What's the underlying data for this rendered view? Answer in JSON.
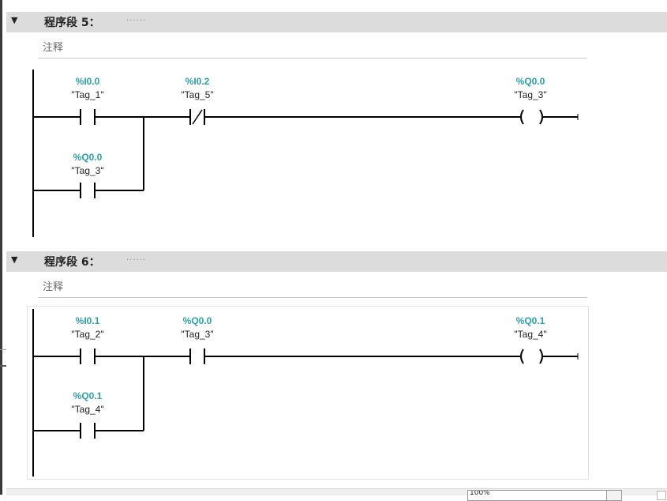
{
  "networks": [
    {
      "header_prefix": "程序段",
      "number": "5",
      "colon": "：",
      "header_suffix": "......",
      "comment": "注释",
      "contacts": [
        {
          "address": "%I0.0",
          "tag": "\"Tag_1\"",
          "type": "NO"
        },
        {
          "address": "%I0.2",
          "tag": "\"Tag_5\"",
          "type": "NC"
        },
        {
          "address": "%Q0.0",
          "tag": "\"Tag_3\"",
          "type": "NO"
        }
      ],
      "coil": {
        "address": "%Q0.0",
        "tag": "\"Tag_3\""
      }
    },
    {
      "header_prefix": "程序段",
      "number": "6",
      "colon": "：",
      "header_suffix": "......",
      "comment": "注释",
      "contacts": [
        {
          "address": "%I0.1",
          "tag": "\"Tag_2\"",
          "type": "NO"
        },
        {
          "address": "%Q0.0",
          "tag": "\"Tag_3\"",
          "type": "NO"
        },
        {
          "address": "%Q0.1",
          "tag": "\"Tag_4\"",
          "type": "NO"
        }
      ],
      "coil": {
        "address": "%Q0.1",
        "tag": "\"Tag_4\""
      }
    }
  ],
  "status": {
    "zoom": "100%"
  },
  "colors": {
    "address": "#2aa0a8",
    "header_bg": "#dcdcdc",
    "wire": "#000000"
  }
}
